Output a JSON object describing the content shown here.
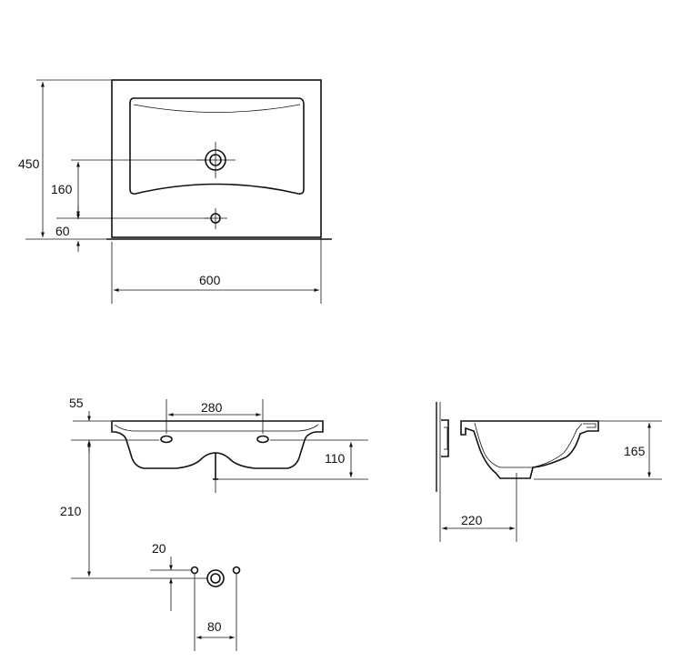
{
  "drawing": {
    "top_view": {
      "width_label": "600",
      "depth_label": "450",
      "drain_offset_label": "160",
      "tap_offset_label": "60"
    },
    "front_view": {
      "rim_label": "55",
      "hole_spacing_label": "280",
      "bowl_depth_label": "110",
      "drain_height_label": "210"
    },
    "side_view": {
      "height_label": "165",
      "projection_label": "220"
    },
    "detail_view": {
      "offset_label": "20",
      "spacing_label": "80"
    }
  }
}
